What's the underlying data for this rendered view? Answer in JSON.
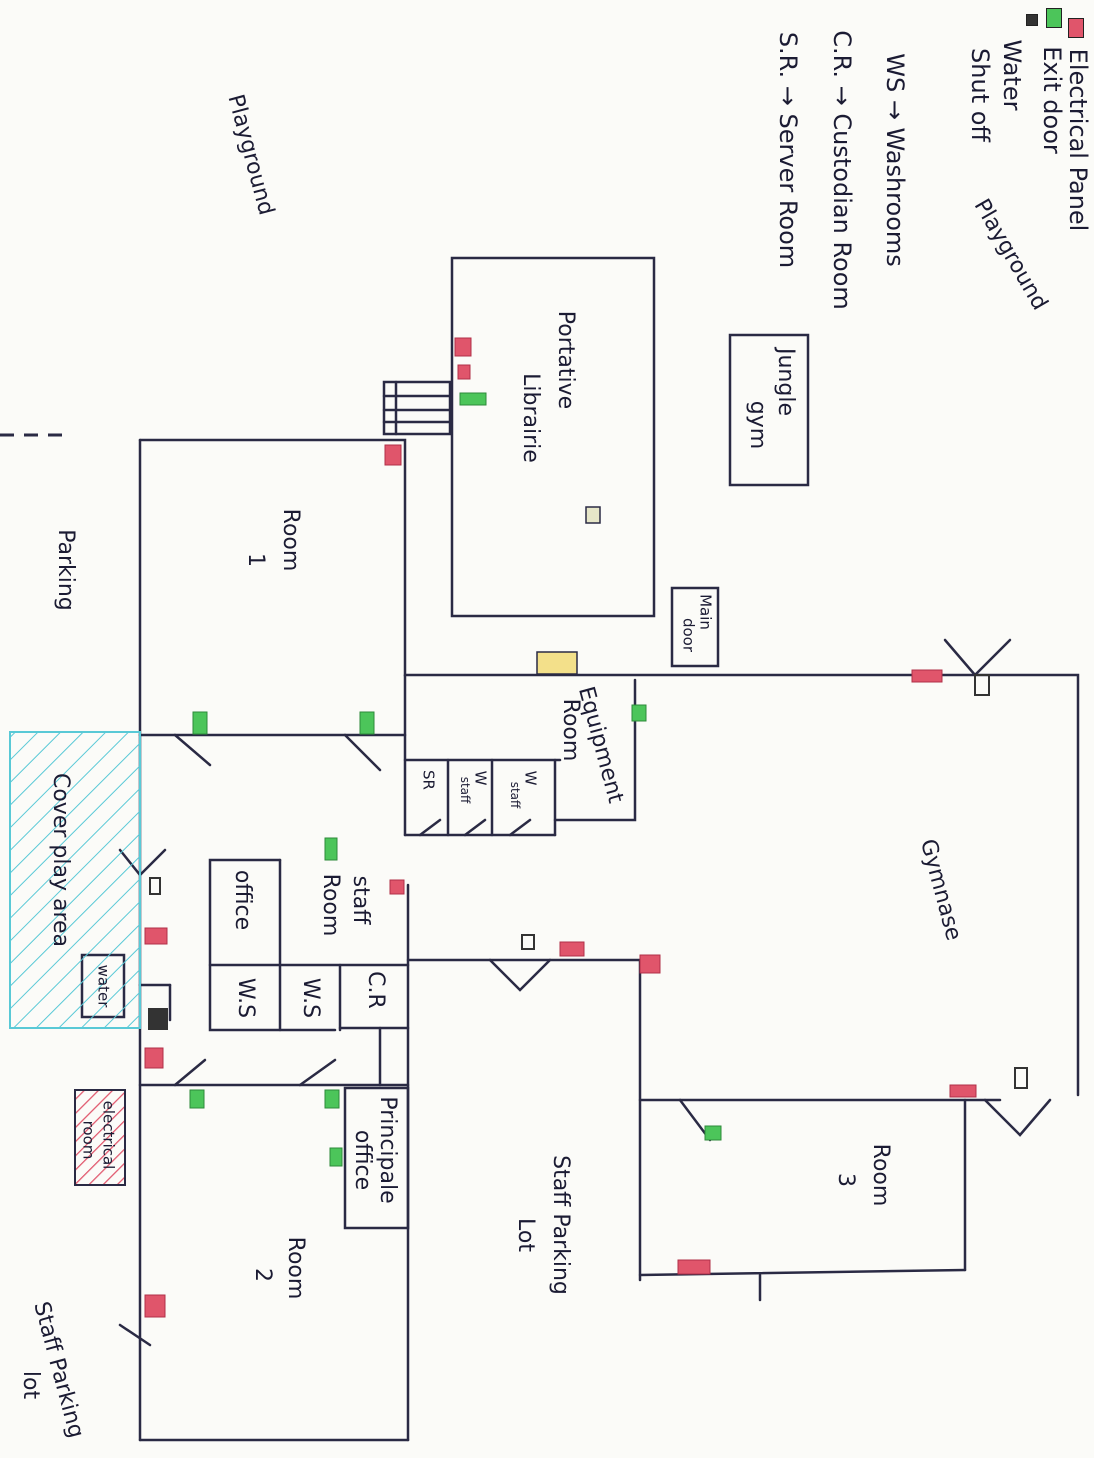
{
  "legend": {
    "electrical_panel": "Electrical Panel",
    "exit_door": "Exit door",
    "water_shut_off_line1": "Water",
    "water_shut_off_line2": "Shut off",
    "ws": "WS → Washrooms",
    "cr": "C.R. → Custodian Room",
    "sr": "S.R. → Server Room"
  },
  "colors": {
    "electrical": "#e0556b",
    "exit": "#4cc55a",
    "water": "#333333",
    "cover_hatch": "#59c9d6",
    "electrical_room_hatch": "#e0556b"
  },
  "areas": {
    "playground_left": "Playground",
    "playground_right": "Playground",
    "parking": "Parking",
    "staff_parking_mid_1": "Staff Parking",
    "staff_parking_mid_2": "Lot",
    "staff_parking_bottom_1": "Staff Parking",
    "staff_parking_bottom_2": "lot"
  },
  "rooms": {
    "portable_1": "Portative",
    "portable_2": "Librairie",
    "jungle_1": "Jungle",
    "jungle_2": "gym",
    "main_door_1": "Main",
    "main_door_2": "door",
    "room1_a": "Room",
    "room1_b": "1",
    "equipment_1": "Equipment",
    "equipment_2": "Room",
    "gym": "Gymnase",
    "sr": "SR",
    "ws_staff_1": "W",
    "ws_staff_2": "staff",
    "cover_play": "Cover play area",
    "office": "office",
    "staff_room_1": "staff",
    "staff_room_2": "Room",
    "ws_a": "W.S",
    "ws_b": "W.S",
    "cr": "C.R",
    "water": "water",
    "electrical_room_1": "electrical",
    "electrical_room_2": "room",
    "principal_1": "Principale",
    "principal_2": "office",
    "room2_a": "Room",
    "room2_b": "2",
    "room3_a": "Room",
    "room3_b": "3"
  }
}
